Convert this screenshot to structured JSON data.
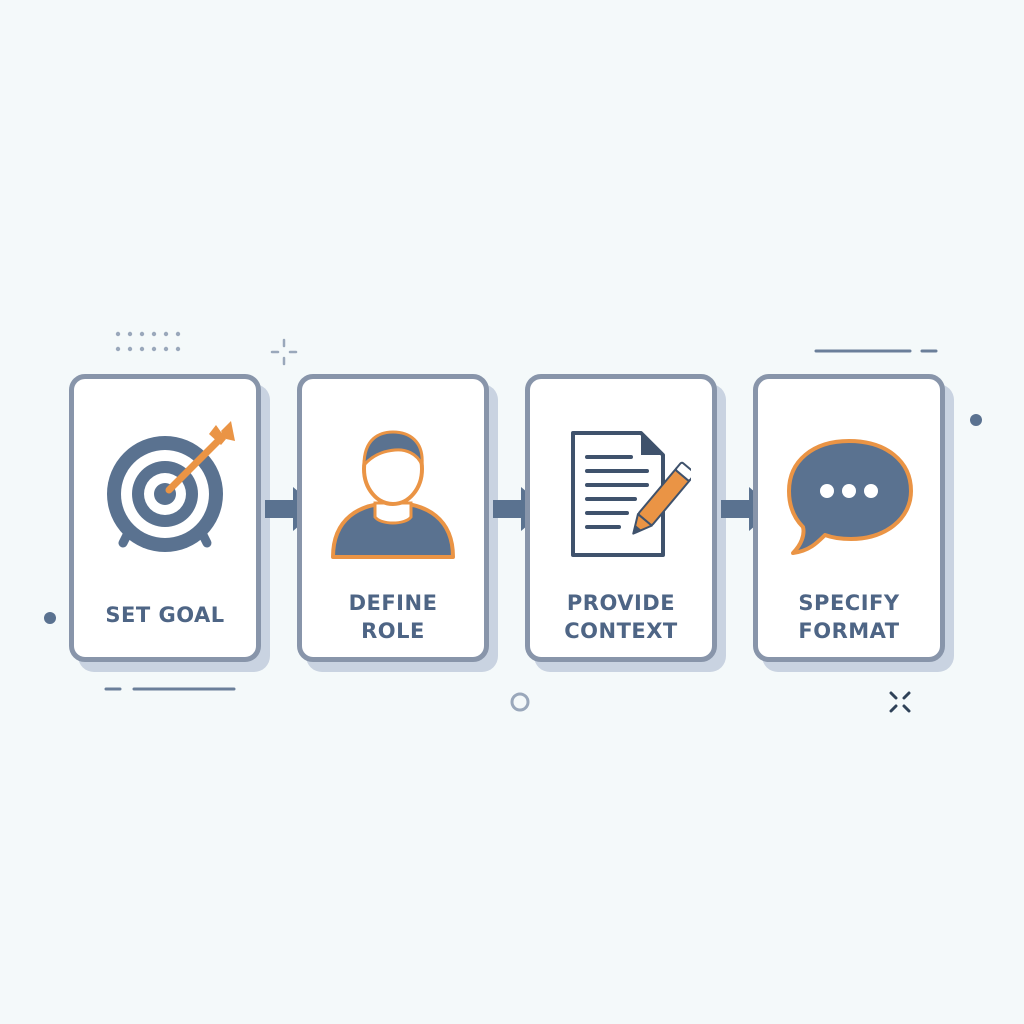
{
  "steps": [
    {
      "icon": "target-arrow-icon",
      "label_lines": [
        "SET GOAL"
      ]
    },
    {
      "icon": "person-icon",
      "label_lines": [
        "DEFINE",
        "ROLE"
      ]
    },
    {
      "icon": "document-pencil-icon",
      "label_lines": [
        "PROVIDE",
        "CONTEXT"
      ]
    },
    {
      "icon": "speech-bubble-icon",
      "label_lines": [
        "SPECIFY",
        "FORMAT"
      ]
    }
  ],
  "colors": {
    "primary": "#5a7290",
    "accent": "#ea9445",
    "border": "#8895aa",
    "text": "#4e6585",
    "background": "#f4f9fa"
  }
}
